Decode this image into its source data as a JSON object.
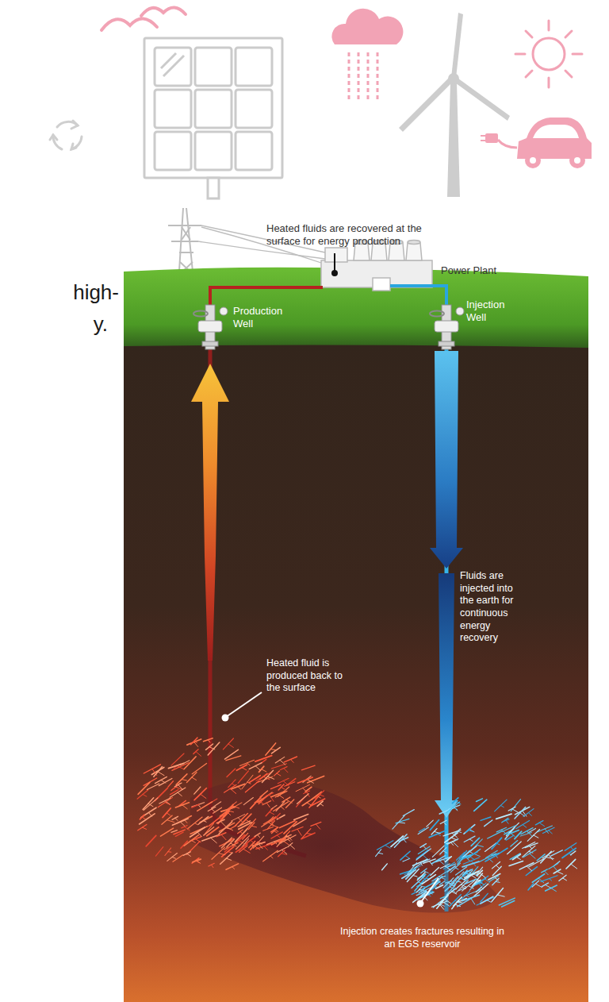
{
  "diagram": {
    "labels": [
      "high-",
      "y.",
      "Heated fluids are recovered at the surface for energy production",
      "Power Plant",
      "Production Well",
      "Injection Well",
      "Fluids are injected into the earth for continuous energy recovery",
      "Heated fluid is produced back to the surface",
      "Injection creates fractures resulting in an EGS reservoir"
    ]
  }
}
